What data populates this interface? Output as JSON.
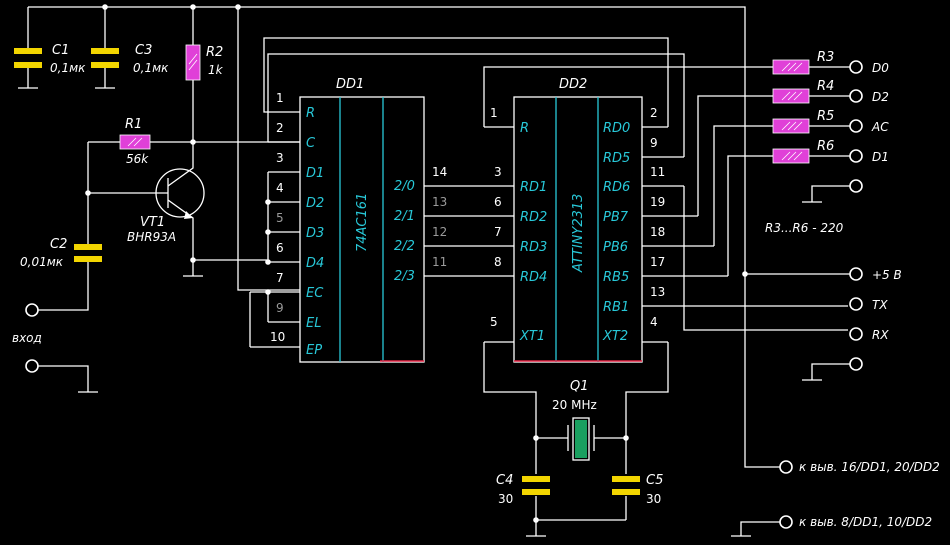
{
  "components": {
    "c1": {
      "ref": "C1",
      "value": "0,1мк"
    },
    "c3": {
      "ref": "C3",
      "value": "0,1мк"
    },
    "r2": {
      "ref": "R2",
      "value": "1k"
    },
    "r1": {
      "ref": "R1",
      "value": "56k"
    },
    "vt1": {
      "ref": "VT1",
      "value": "BHR93A"
    },
    "c2": {
      "ref": "C2",
      "value": "0,01мк"
    },
    "q1": {
      "ref": "Q1",
      "value": "20 MHz"
    },
    "c4": {
      "ref": "C4",
      "value": "30"
    },
    "c5": {
      "ref": "C5",
      "value": "30"
    },
    "r3": {
      "ref": "R3"
    },
    "r4": {
      "ref": "R4"
    },
    "r5": {
      "ref": "R5"
    },
    "r6": {
      "ref": "R6"
    },
    "r_note": "R3...R6 - 220"
  },
  "dd1": {
    "ref": "DD1",
    "chip": "74AC161",
    "left_pins": [
      {
        "num": "1",
        "name": "R"
      },
      {
        "num": "2",
        "name": "C"
      },
      {
        "num": "3",
        "name": "D1"
      },
      {
        "num": "4",
        "name": "D2"
      },
      {
        "num": "5",
        "name": "D3"
      },
      {
        "num": "6",
        "name": "D4"
      },
      {
        "num": "7",
        "name": "EC"
      },
      {
        "num": "9",
        "name": "EL"
      },
      {
        "num": "10",
        "name": "EP"
      }
    ],
    "right_pins": [
      {
        "num": "14",
        "name": "2/0"
      },
      {
        "num": "13",
        "name": "2/1"
      },
      {
        "num": "12",
        "name": "2/2"
      },
      {
        "num": "11",
        "name": "2/3"
      }
    ]
  },
  "dd2": {
    "ref": "DD2",
    "chip": "ATTINY2313",
    "left_pins": [
      {
        "num": "1",
        "name": "R"
      },
      {
        "num": "3",
        "name": "RD1"
      },
      {
        "num": "6",
        "name": "RD2"
      },
      {
        "num": "7",
        "name": "RD3"
      },
      {
        "num": "8",
        "name": "RD4"
      },
      {
        "num": "5",
        "name": "XT1"
      }
    ],
    "right_pins": [
      {
        "num": "2",
        "name": "RD0"
      },
      {
        "num": "9",
        "name": "RD5"
      },
      {
        "num": "11",
        "name": "RD6"
      },
      {
        "num": "19",
        "name": "PB7"
      },
      {
        "num": "18",
        "name": "PB6"
      },
      {
        "num": "17",
        "name": "RB5"
      },
      {
        "num": "13",
        "name": "RB1"
      },
      {
        "num": "4",
        "name": "XT2"
      }
    ]
  },
  "terminals": {
    "d0": "D0",
    "d2": "D2",
    "ac": "AC",
    "d1": "D1",
    "plus5": "+5 В",
    "tx": "TX",
    "rx": "RX",
    "input": "вход",
    "to_power": "к выв. 16/DD1, 20/DD2",
    "to_ground": "к выв. 8/DD1, 10/DD2"
  },
  "colors": {
    "wire": "#ffffff",
    "capacitor": "#f2d500",
    "resistor": "#e040d8",
    "chip_text": "#28c8d8",
    "background": "#000000"
  }
}
